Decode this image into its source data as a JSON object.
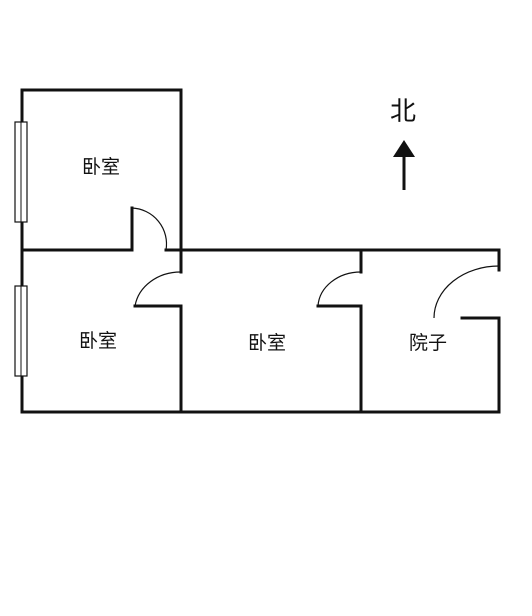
{
  "rooms": [
    {
      "id": "bedroom-top-left",
      "label": "卧室"
    },
    {
      "id": "bedroom-bottom-left",
      "label": "卧室"
    },
    {
      "id": "bedroom-middle",
      "label": "卧室"
    },
    {
      "id": "courtyard",
      "label": "院子"
    }
  ],
  "compass": {
    "label": "北",
    "direction": "north"
  },
  "colors": {
    "wall": "#111111",
    "background": "#ffffff"
  }
}
